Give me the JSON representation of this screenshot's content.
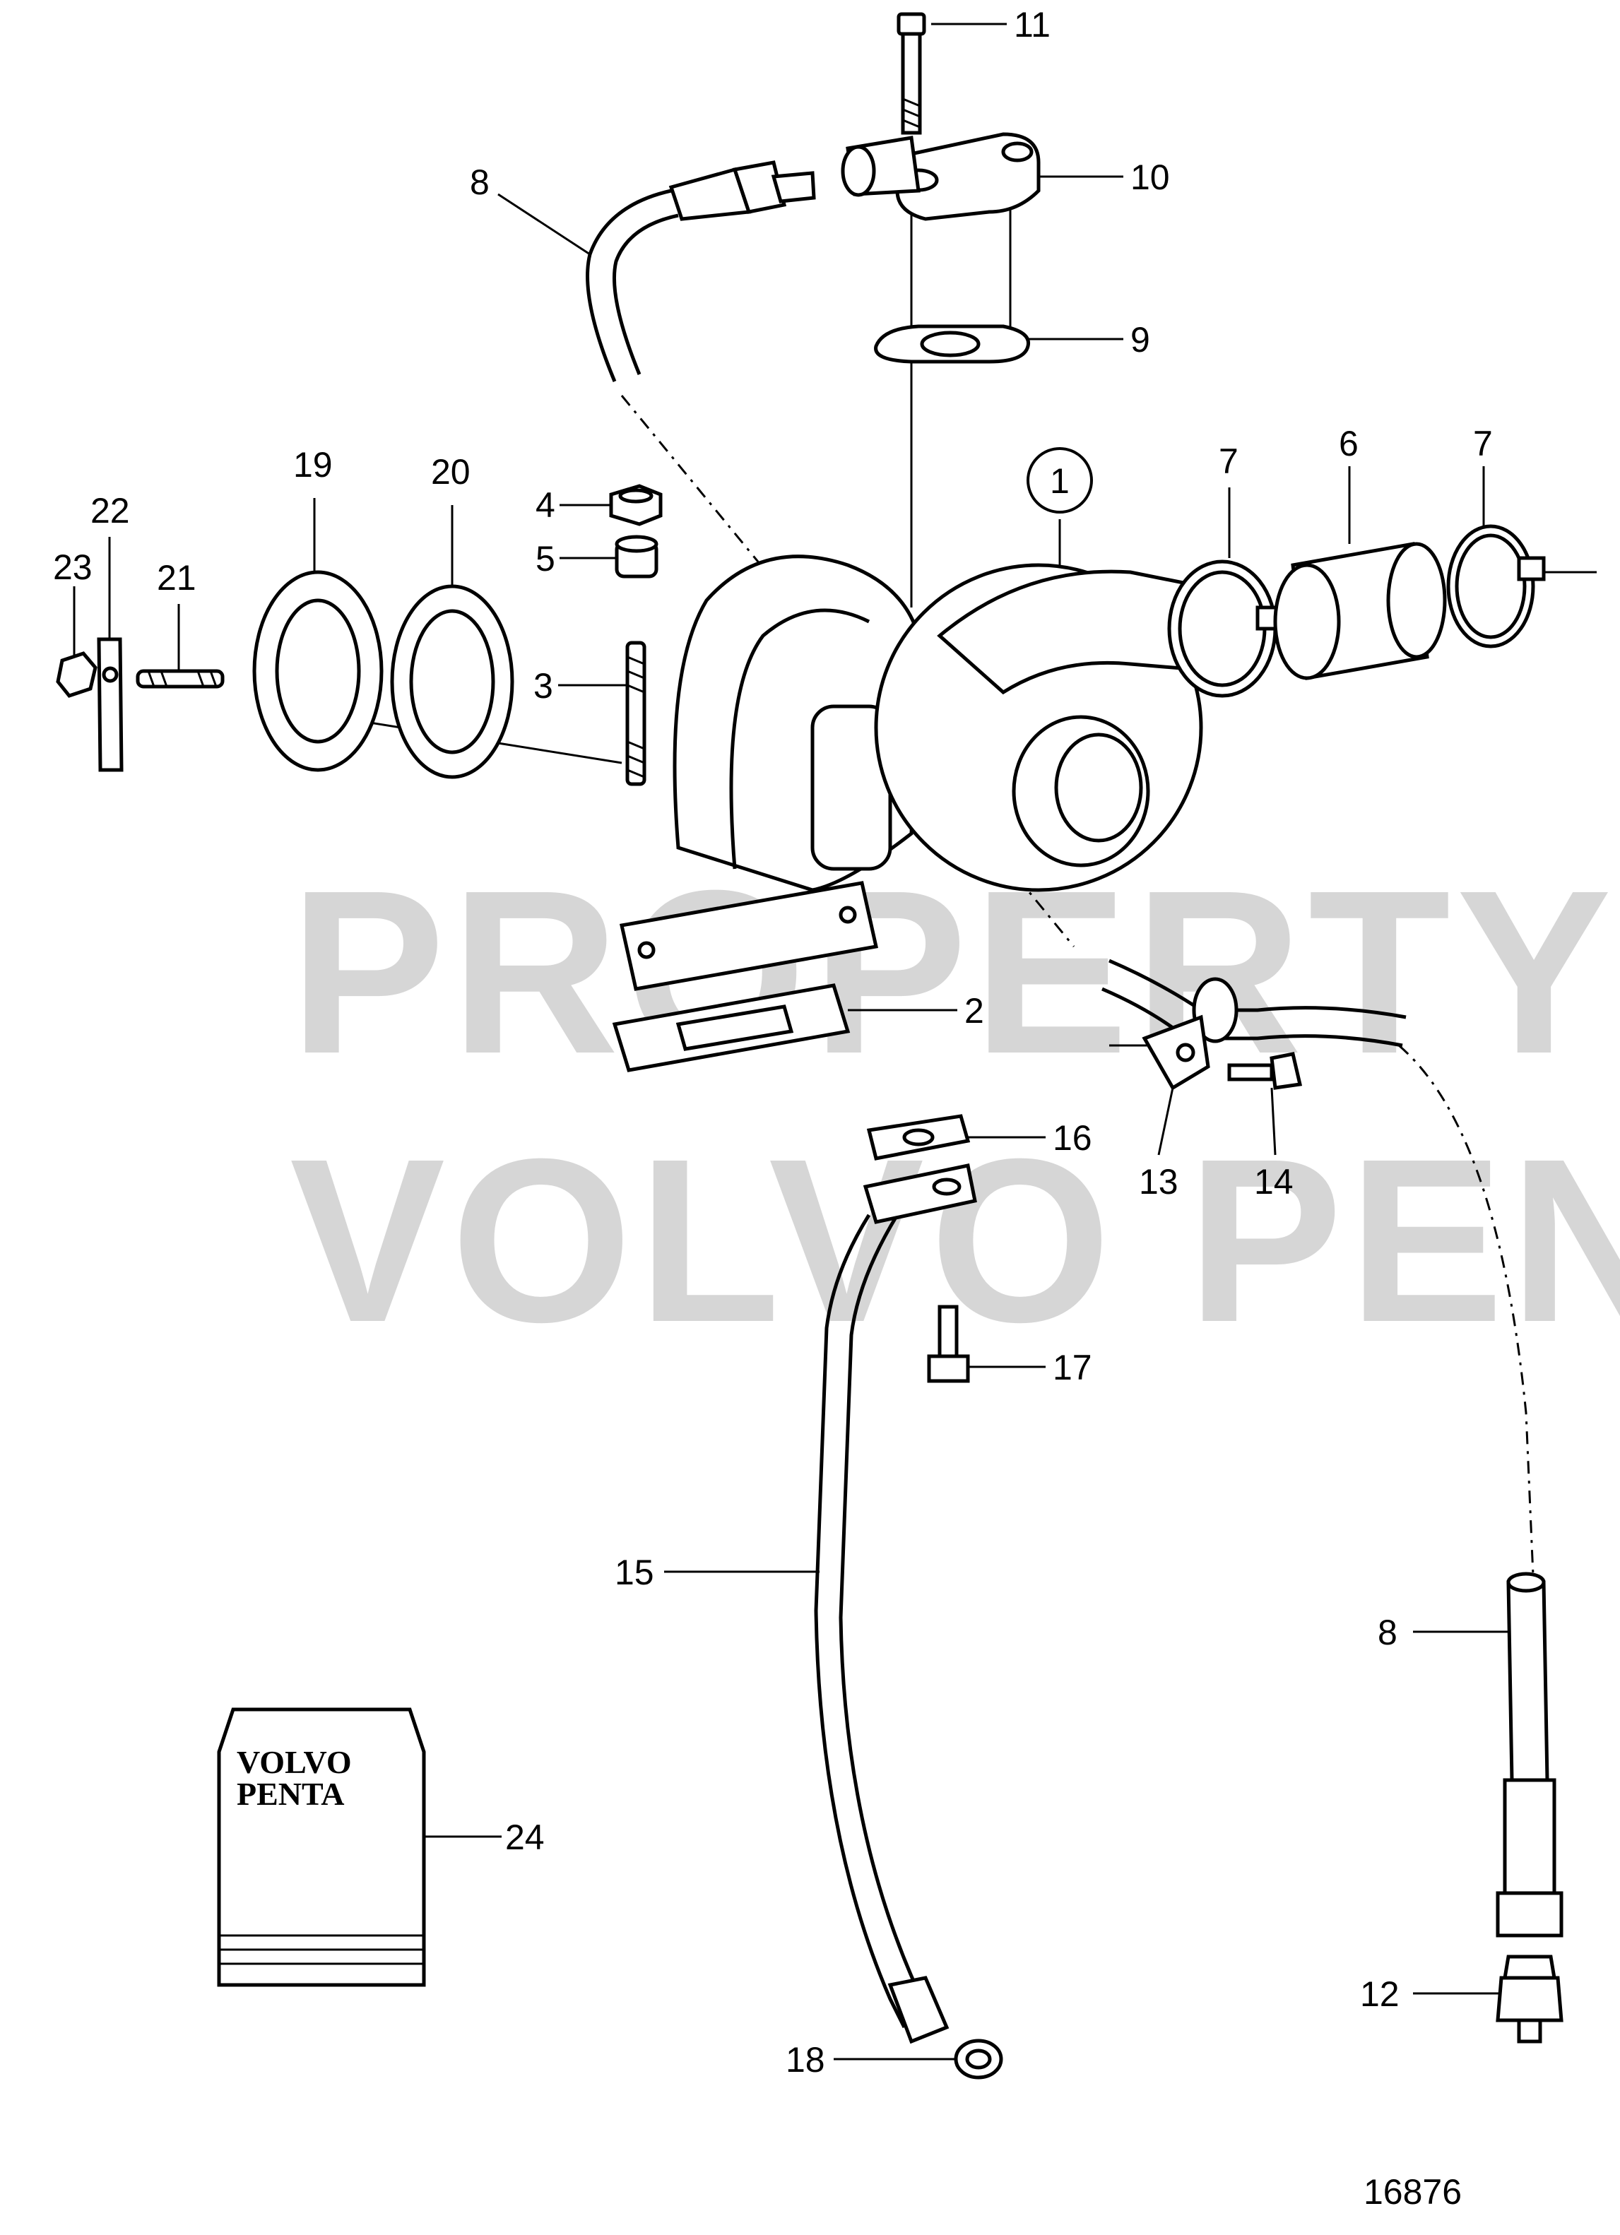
{
  "watermark": {
    "line1": "PROPERTY OF",
    "line2": "VOLVO PENTA"
  },
  "drawing_number": "16876",
  "manual_label": {
    "line1": "VOLVO",
    "line2": "PENTA"
  },
  "callouts": {
    "c1": "1",
    "c2": "2",
    "c3": "3",
    "c4": "4",
    "c5": "5",
    "c6": "6",
    "c7a": "7",
    "c7b": "7",
    "c8a": "8",
    "c8b": "8",
    "c9": "9",
    "c10": "10",
    "c11": "11",
    "c12": "12",
    "c13": "13",
    "c14": "14",
    "c15": "15",
    "c16": "16",
    "c17": "17",
    "c18": "18",
    "c19": "19",
    "c20": "20",
    "c21": "21",
    "c22": "22",
    "c23": "23",
    "c24": "24"
  }
}
